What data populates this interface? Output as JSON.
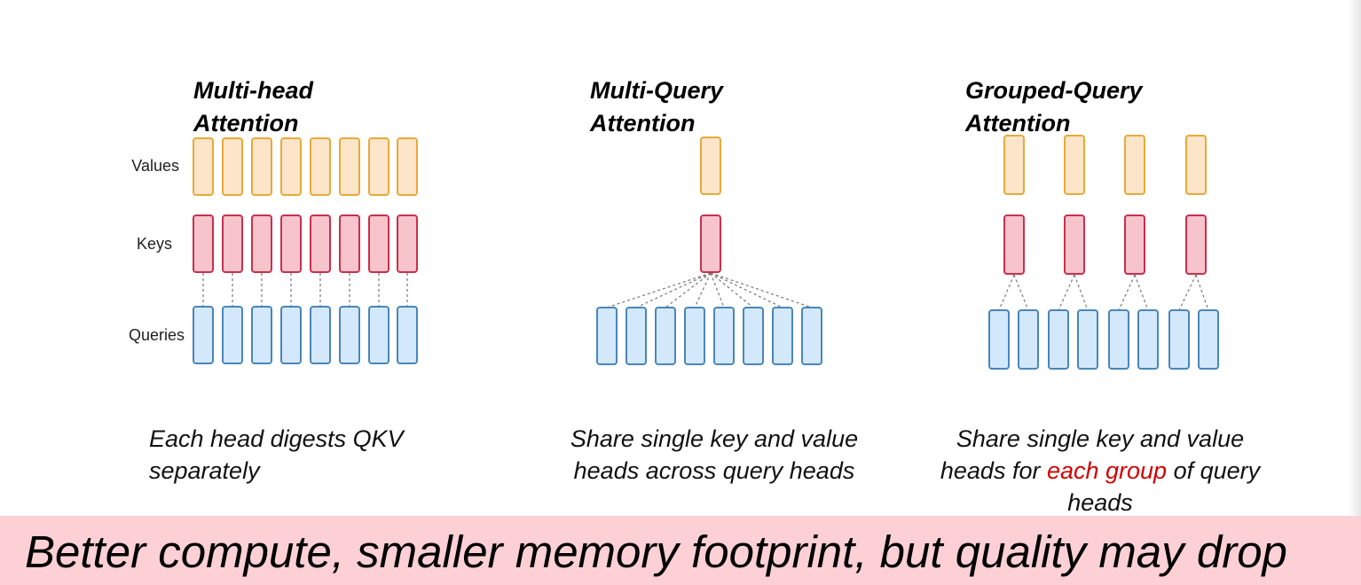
{
  "panels": {
    "mha": {
      "title_line1": "Multi-head",
      "title_line2": "Attention",
      "caption_line1": "Each head digests QKV",
      "caption_line2": "separately"
    },
    "mqa": {
      "title_line1": "Multi-Query",
      "title_line2": "Attention",
      "caption_line1": "Share single key and value",
      "caption_line2": "heads across query heads"
    },
    "gqa": {
      "title_line1": "Grouped-Query",
      "title_line2": "Attention",
      "caption_line1": "Share single key and value",
      "caption_pre": "heads for ",
      "caption_highlight": "each group",
      "caption_post": " of query",
      "caption_line3": "heads"
    }
  },
  "row_labels": {
    "values": "Values",
    "keys": "Keys",
    "queries": "Queries"
  },
  "banner": {
    "text": "Better compute, smaller memory footprint, but quality may drop"
  },
  "colors": {
    "value_fill": "#fde5c9",
    "value_stroke": "#e8a93a",
    "key_fill": "#f8c4cc",
    "key_stroke": "#c9304d",
    "query_fill": "#d3e8fb",
    "query_stroke": "#4a86b9",
    "highlight_text": "#d40000",
    "banner_bg": "#fcd0d5"
  }
}
